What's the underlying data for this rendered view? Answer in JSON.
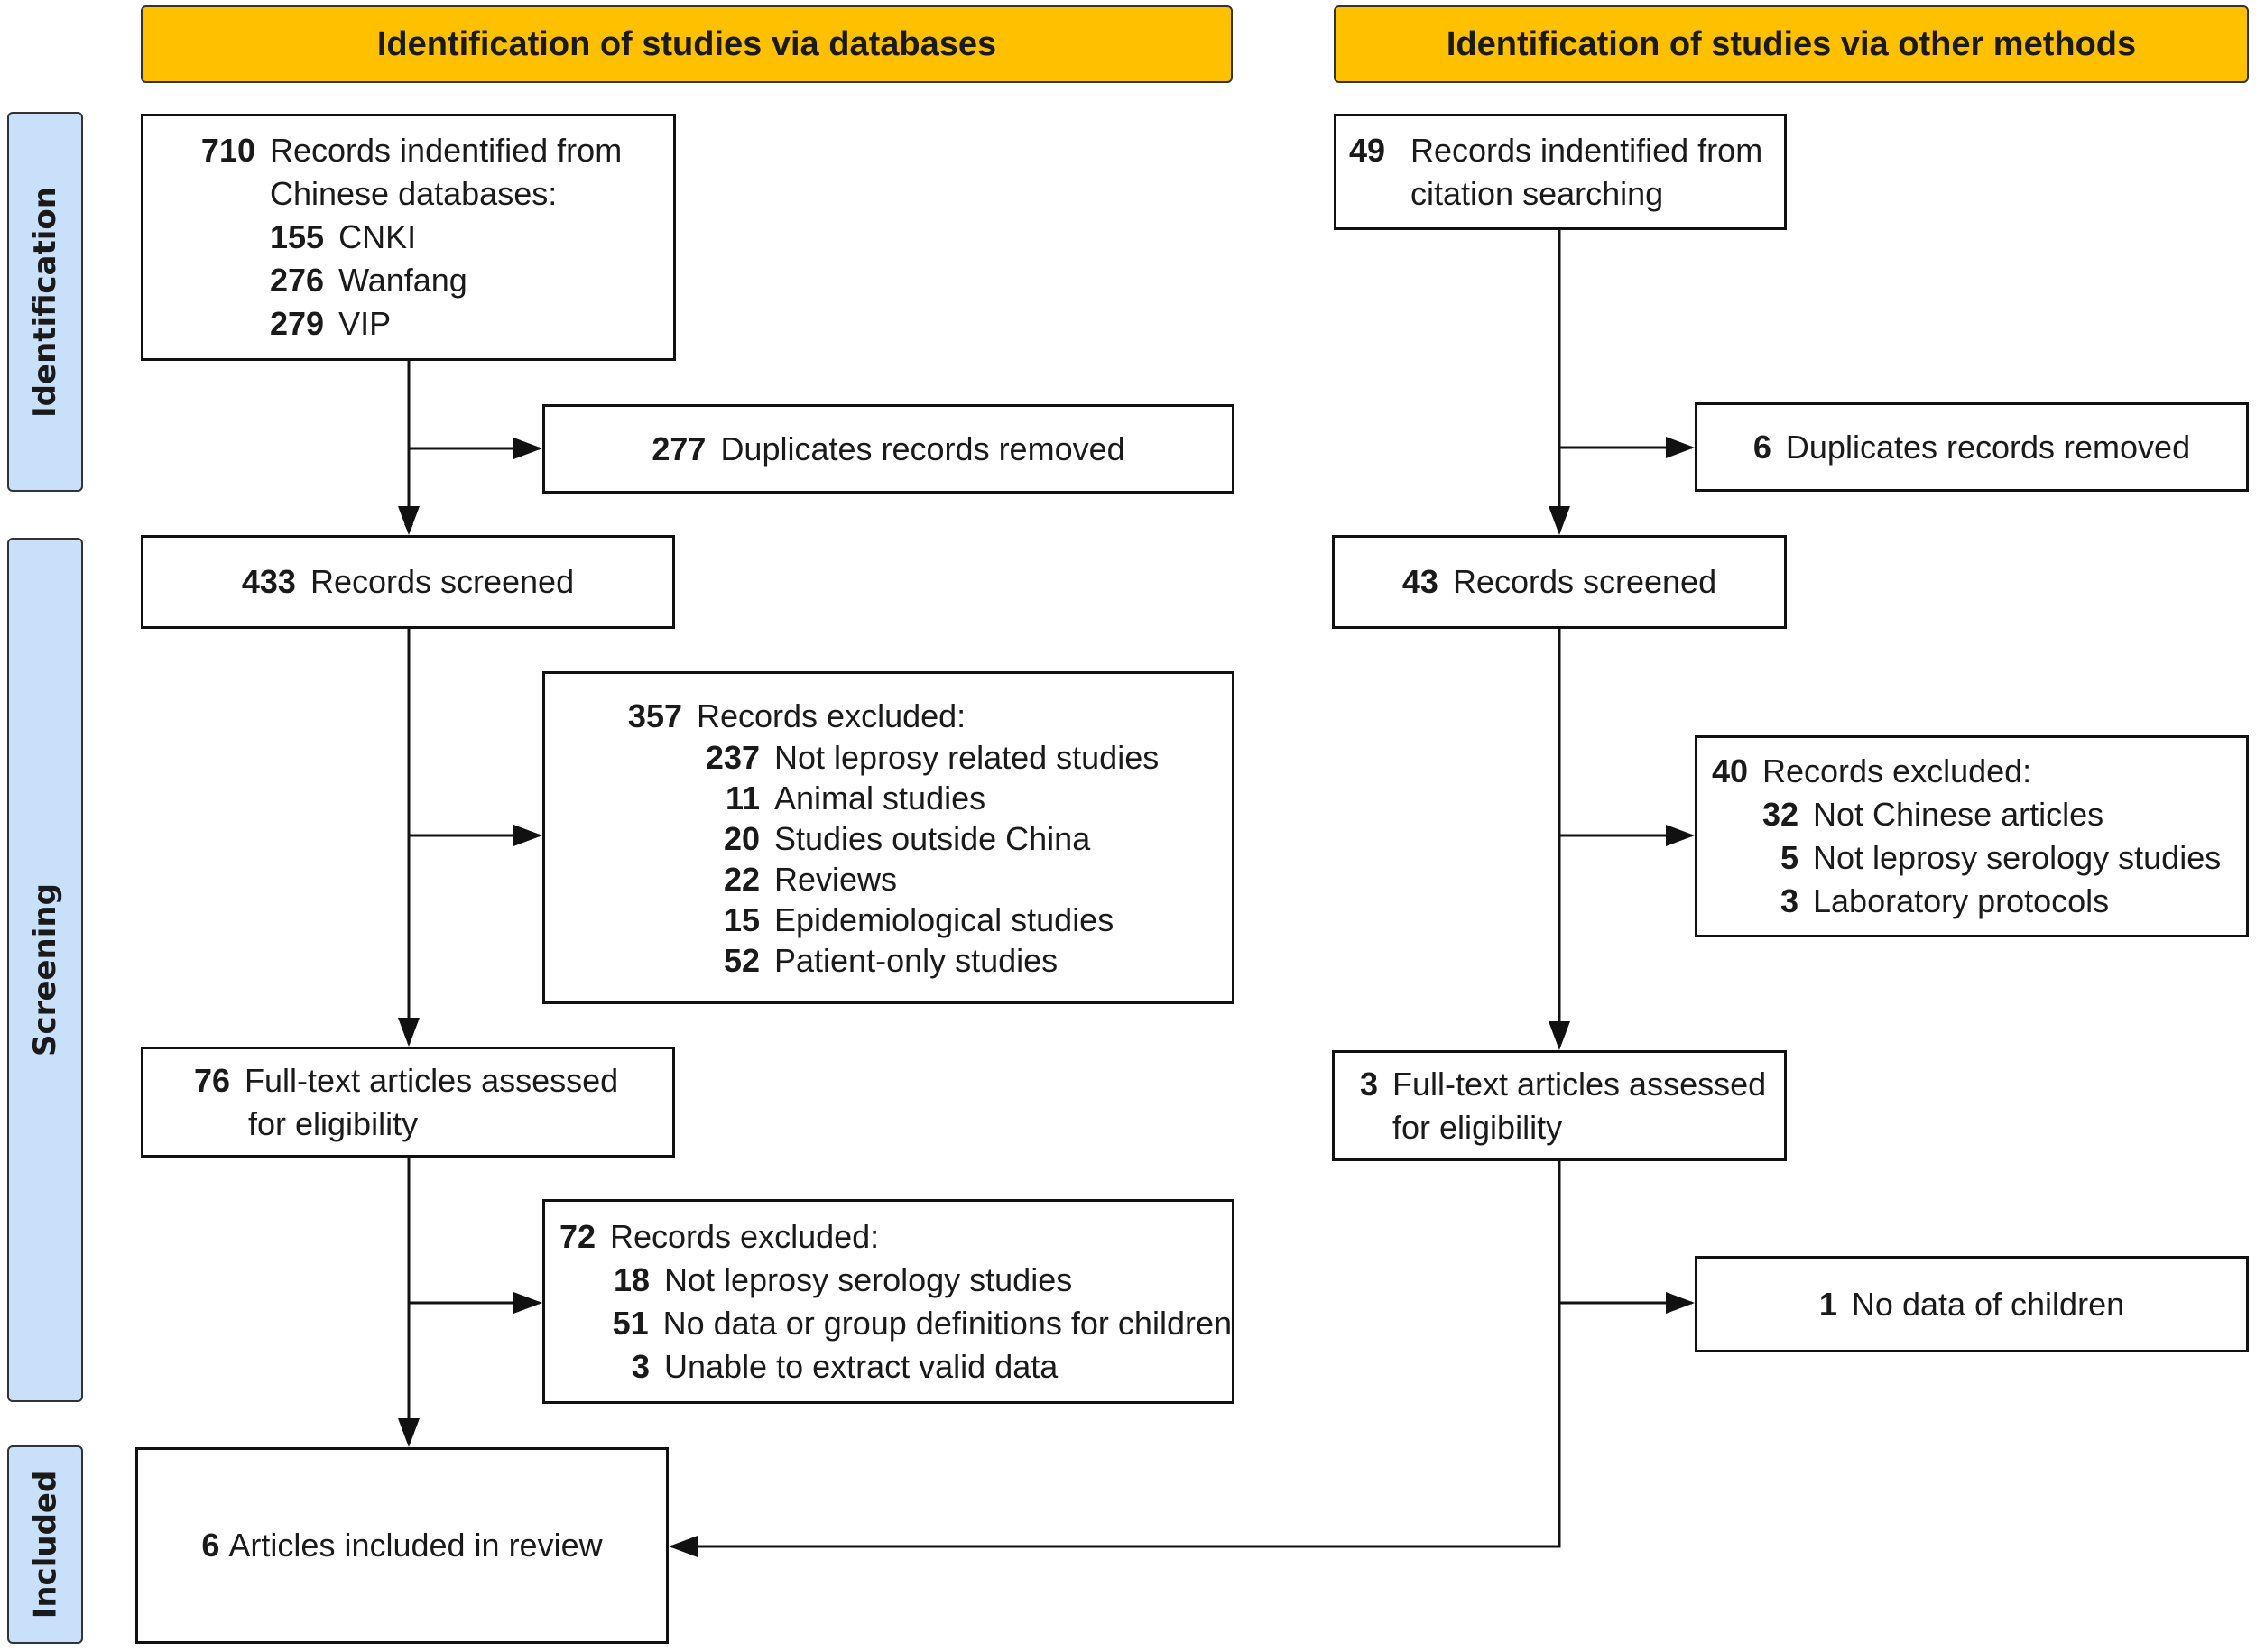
{
  "headers": {
    "databases": "Identification of studies via databases",
    "other": "Identification of studies via other methods"
  },
  "stages": [
    "Identification",
    "Screening",
    "Included"
  ],
  "colors": {
    "header": "#FFC000",
    "stage": "#C9E0FA"
  },
  "databases": {
    "identified": {
      "num": "710",
      "text": "Records indentified from",
      "text2": "Chinese databases:",
      "items": [
        {
          "num": "155",
          "text": "CNKI"
        },
        {
          "num": "276",
          "text": "Wanfang"
        },
        {
          "num": "279",
          "text": "VIP"
        }
      ]
    },
    "duplicates": {
      "num": "277",
      "text": "Duplicates records removed"
    },
    "screened": {
      "num": "433",
      "text": "Records screened"
    },
    "excluded": {
      "num": "357",
      "text": "Records excluded:",
      "items": [
        {
          "num": "237",
          "text": "Not leprosy related studies"
        },
        {
          "num": "11",
          "text": "Animal studies"
        },
        {
          "num": "20",
          "text": "Studies outside China"
        },
        {
          "num": "22",
          "text": "Reviews"
        },
        {
          "num": "15",
          "text": "Epidemiological studies"
        },
        {
          "num": "52",
          "text": "Patient-only studies"
        }
      ]
    },
    "fulltext": {
      "num": "76",
      "text": "Full-text articles assessed",
      "text2": "for eligibility"
    },
    "fulltext_excluded": {
      "num": "72",
      "text": "Records excluded:",
      "items": [
        {
          "num": "18",
          "text": "Not leprosy serology studies"
        },
        {
          "num": "51",
          "text": "No data or group definitions for children"
        },
        {
          "num": "3",
          "text": "Unable to extract valid data"
        }
      ]
    },
    "included": {
      "num": "6",
      "text": "Articles included in review"
    }
  },
  "other": {
    "identified": {
      "num": "49",
      "text": "Records indentified from",
      "text2": "citation searching"
    },
    "duplicates": {
      "num": "6",
      "text": "Duplicates records removed"
    },
    "screened": {
      "num": "43",
      "text": "Records screened"
    },
    "excluded": {
      "num": "40",
      "text": "Records excluded:",
      "items": [
        {
          "num": "32",
          "text": "Not Chinese articles"
        },
        {
          "num": "5",
          "text": "Not leprosy serology studies"
        },
        {
          "num": "3",
          "text": "Laboratory protocols"
        }
      ]
    },
    "fulltext": {
      "num": "3",
      "text": "Full-text articles assessed",
      "text2": "for eligibility"
    },
    "fulltext_excluded": {
      "num": "1",
      "text": "No data of children"
    }
  }
}
